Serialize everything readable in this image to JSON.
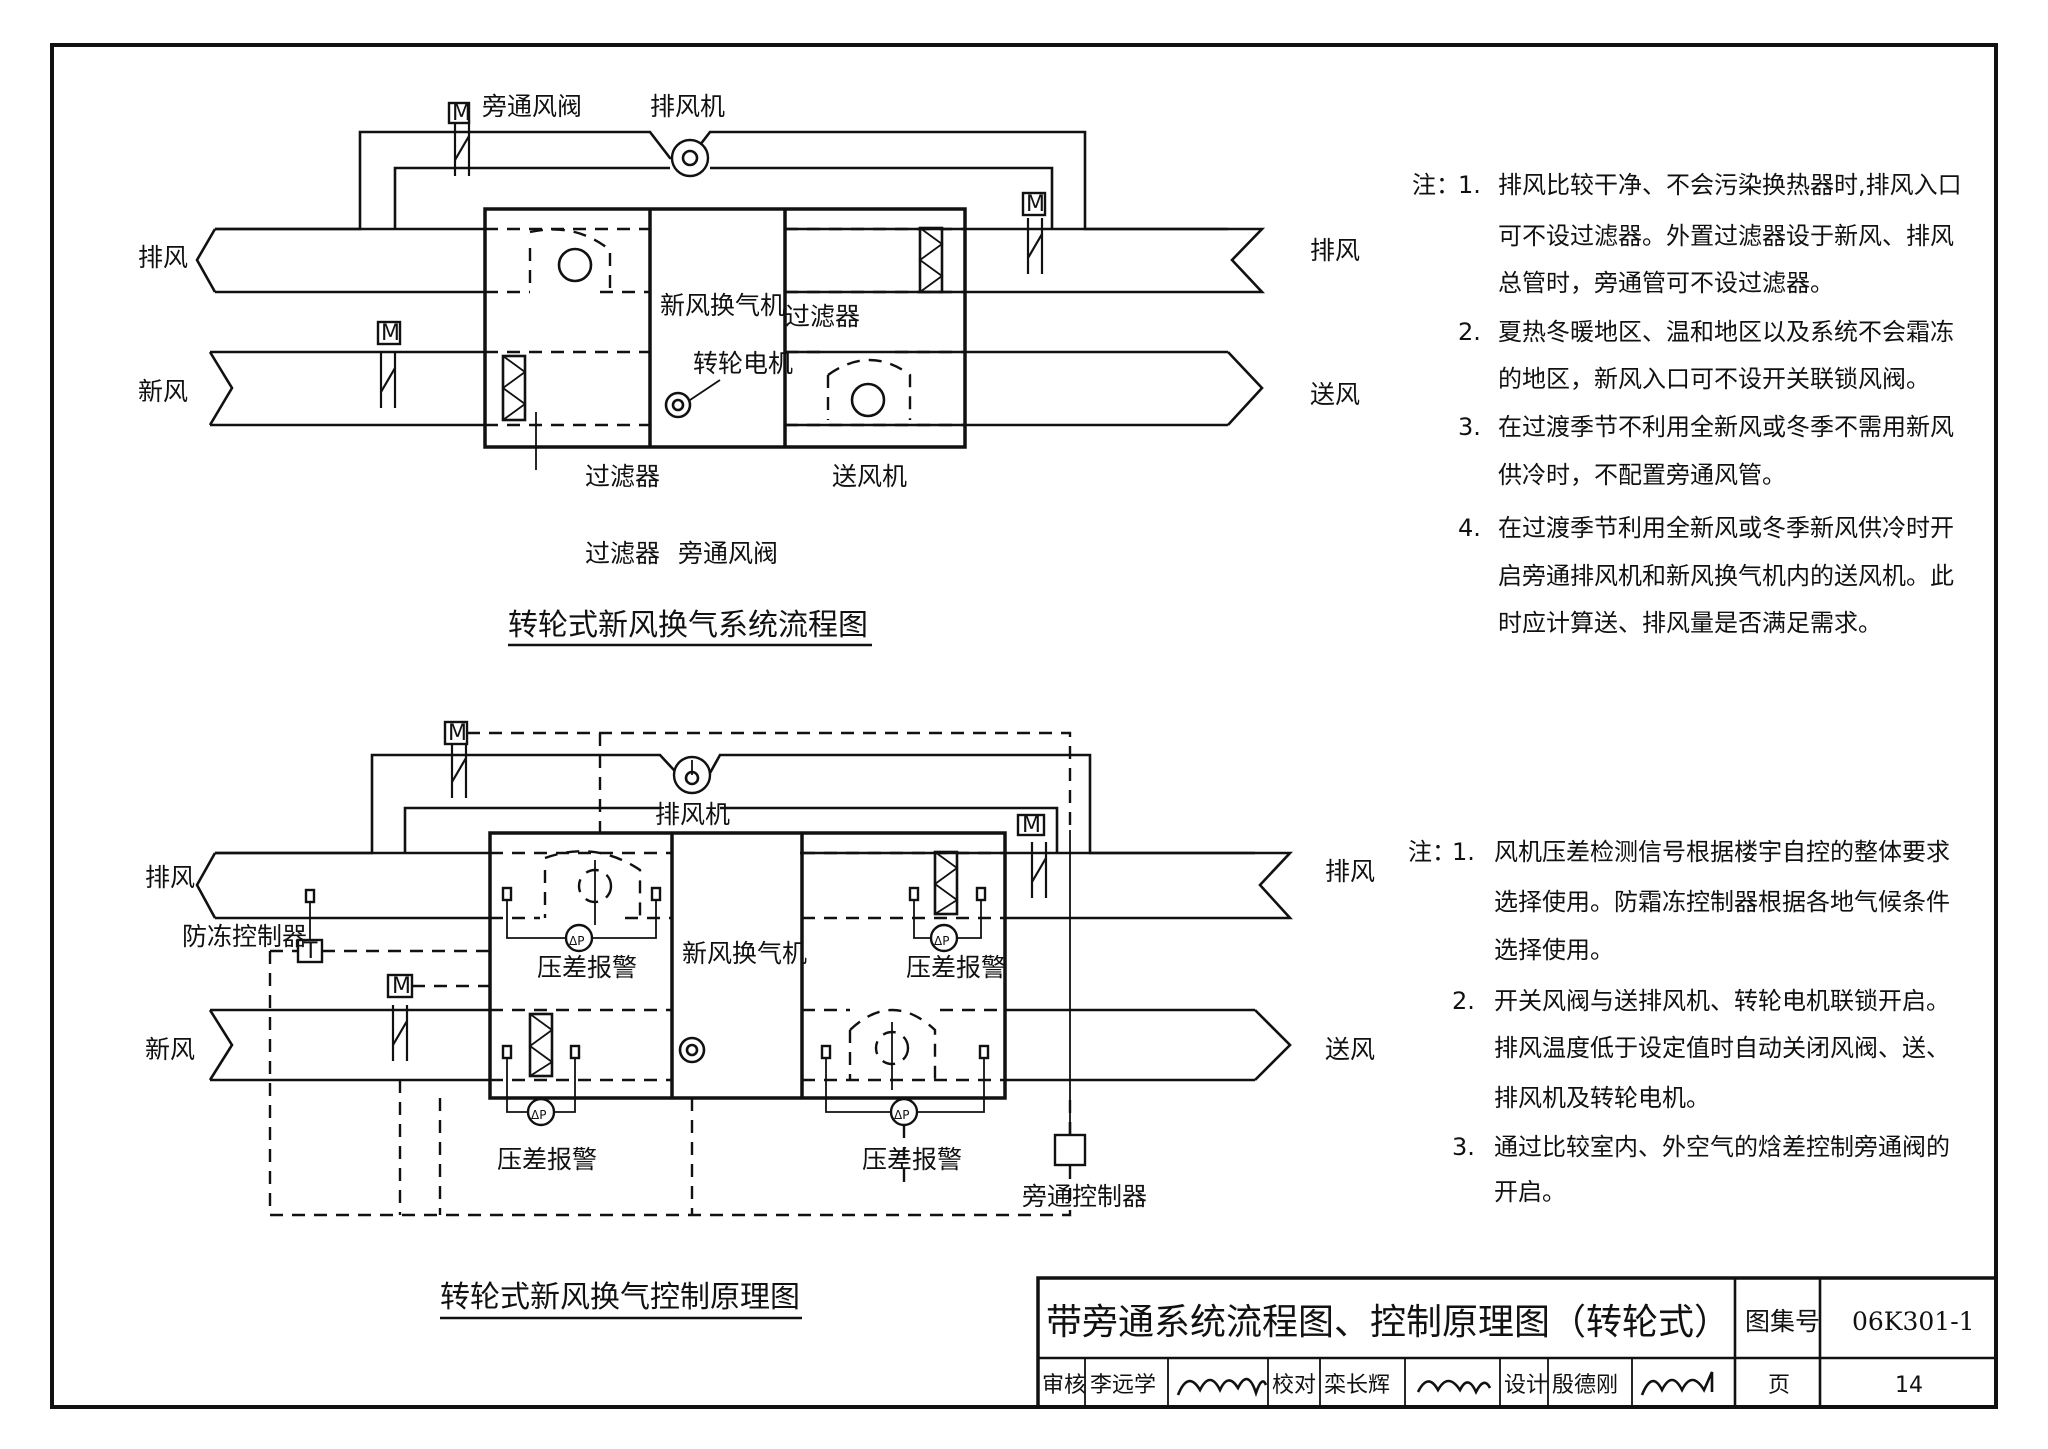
{
  "top_diagram": {
    "title": "转轮式新风换气系统流程图",
    "labels": {
      "bypass_damper": "旁通风阀",
      "exhaust_fan": "排风机",
      "exhaust_left": "排风",
      "exhaust_right": "排风",
      "fresh_air": "新风",
      "supply_air": "送风",
      "unit": "新风换气机",
      "filter_right": "过滤器",
      "wheel_motor": "转轮电机",
      "filter_bottom": "过滤器",
      "supply_fan": "送风机",
      "legend_filter": "过滤器",
      "legend_bypass": "旁通风阀",
      "motor_mark": "M"
    }
  },
  "notes_top": {
    "prefix": "注：",
    "items": [
      {
        "num": "1.",
        "lines": [
          "排风比较干净、不会污染换热器时,排风入口",
          "可不设过滤器。外置过滤器设于新风、排风",
          "总管时，旁通管可不设过滤器。"
        ]
      },
      {
        "num": "2.",
        "lines": [
          "夏热冬暖地区、温和地区以及系统不会霜冻",
          "的地区，新风入口可不设开关联锁风阀。"
        ]
      },
      {
        "num": "3.",
        "lines": [
          "在过渡季节不利用全新风或冬季不需用新风",
          "供冷时，不配置旁通风管。"
        ]
      },
      {
        "num": "4.",
        "lines": [
          "在过渡季节利用全新风或冬季新风供冷时开",
          "启旁通排风机和新风换气机内的送风机。此",
          "时应计算送、排风量是否满足需求。"
        ]
      }
    ]
  },
  "bottom_diagram": {
    "title": "转轮式新风换气控制原理图",
    "labels": {
      "exhaust_fan": "排风机",
      "exhaust_left": "排风",
      "exhaust_right": "排风",
      "fresh_air": "新风",
      "supply_air": "送风",
      "antifreeze": "防冻控制器",
      "unit": "新风换气机",
      "alarm_1": "压差报警",
      "alarm_2": "压差报警",
      "alarm_3": "压差报警",
      "alarm_4": "压差报警",
      "bypass_controller": "旁通控制器",
      "motor_mark": "M",
      "dp_mark": "ΔP",
      "t_mark": "T"
    }
  },
  "notes_bottom": {
    "prefix": "注：",
    "items": [
      {
        "num": "1.",
        "lines": [
          "风机压差检测信号根据楼宇自控的整体要求",
          "选择使用。防霜冻控制器根据各地气候条件",
          "选择使用。"
        ]
      },
      {
        "num": "2.",
        "lines": [
          "开关风阀与送排风机、转轮电机联锁开启。",
          "排风温度低于设定值时自动关闭风阀、送、",
          "排风机及转轮电机。"
        ]
      },
      {
        "num": "3.",
        "lines": [
          "通过比较室内、外空气的焓差控制旁通阀的",
          "开启。"
        ]
      }
    ]
  },
  "title_block": {
    "title": "带旁通系统流程图、控制原理图（转轮式）",
    "atlas_label": "图集号",
    "atlas_no": "06K301-1",
    "review_label": "审核",
    "reviewer": "李远学",
    "check_label": "校对",
    "checker": "栾长辉",
    "design_label": "设计",
    "designer": "殷德刚",
    "page_label": "页",
    "page_no": "14"
  }
}
